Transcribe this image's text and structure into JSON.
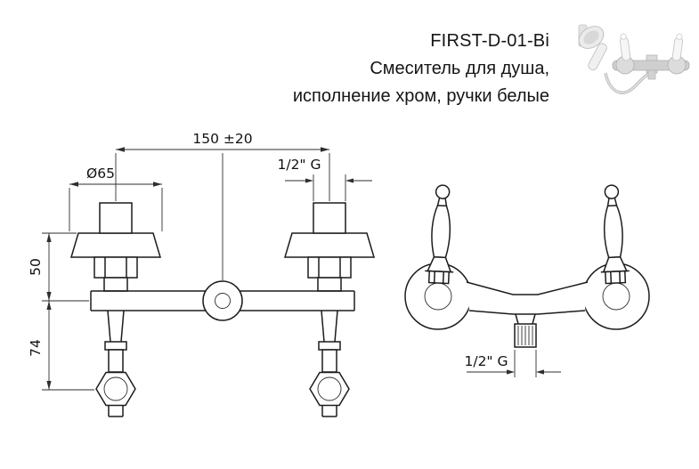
{
  "header": {
    "model": "FIRST-D-01-Bi",
    "description_line1": "Смеситель для душа,",
    "description_line2": "исполнение хром, ручки белые"
  },
  "front_view": {
    "dim_width": "150 ±20",
    "dim_diameter": "Ø65",
    "dim_thread_top": "1/2\" G",
    "dim_height_upper": "50",
    "dim_height_lower": "74"
  },
  "side_view": {
    "dim_thread_bottom": "1/2\" G"
  }
}
